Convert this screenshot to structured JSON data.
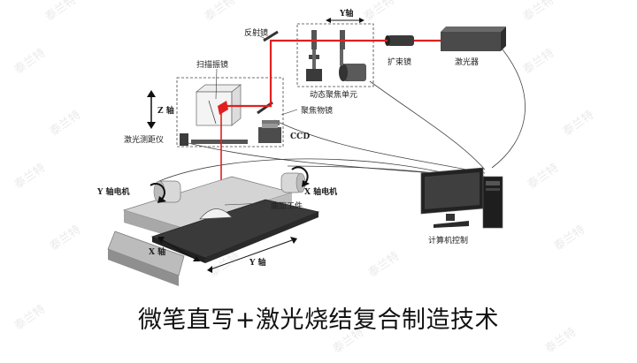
{
  "labels": {
    "reflector": "反射镜",
    "y_axis_top": "Y轴",
    "scan_galvo": "扫描振镜",
    "beam_expander": "扩束镜",
    "laser": "激光器",
    "dynamic_focus": "动态聚焦单元",
    "z_axis": "Z 轴",
    "focus_lens": "聚焦物镜",
    "ccd": "CCD",
    "laser_rangefinder": "激光测距仪",
    "y_motor": "Y 轴电机",
    "x_motor": "X 轴电机",
    "workpiece": "曲面工件",
    "x_axis": "X 轴",
    "y_axis_bottom": "Y 轴",
    "computer": "计算机控制"
  },
  "caption": "微笔直写+激光烧结复合制造技术",
  "watermark": "泰兰特",
  "colors": {
    "laser_beam": "#e02020",
    "frame": "#555555",
    "platform": "#3a3a3a",
    "stage_base": "#c8c8c8"
  }
}
